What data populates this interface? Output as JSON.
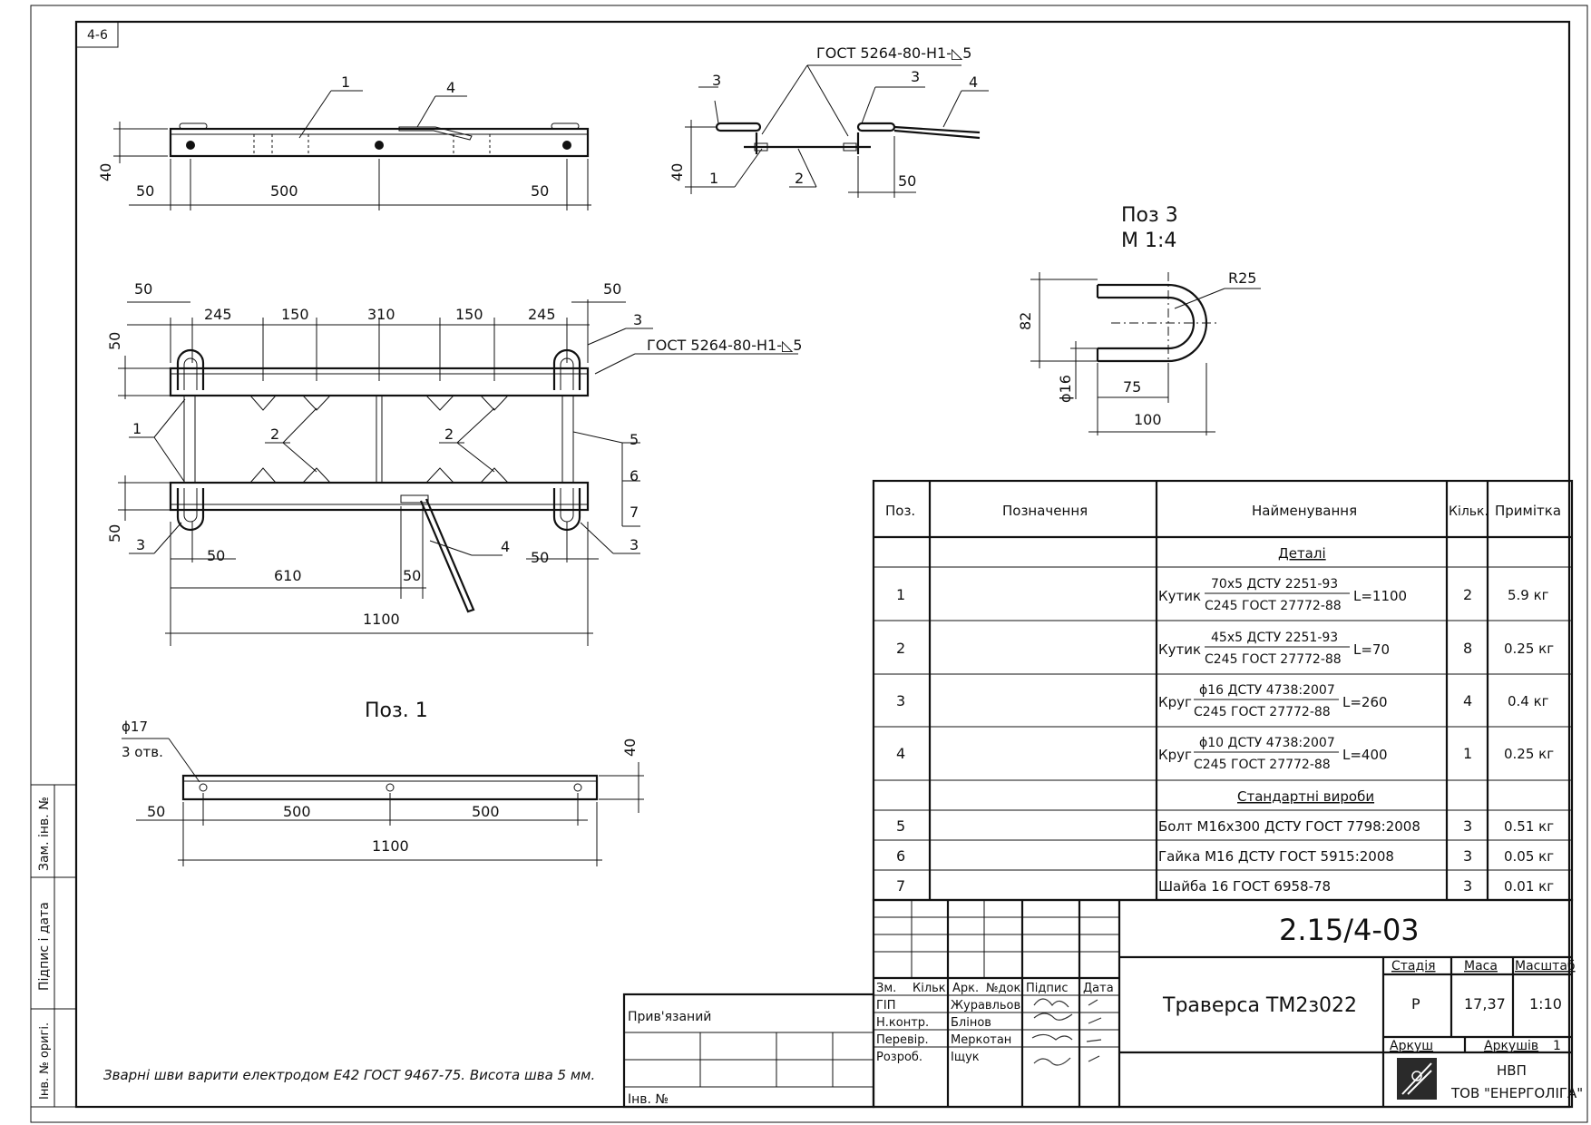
{
  "sheet": {
    "corner_label": "4-6",
    "weld_note": "ГОСТ 5264-80-Н1-◺5",
    "general_note": "Зварні шви варити електродом Е42 ГОСТ 9467-75. Висота шва 5 мм."
  },
  "views": {
    "top_side": {
      "callouts": [
        "1",
        "4"
      ],
      "dims": {
        "height": "40",
        "left": "50",
        "mid": "500",
        "right": "50"
      }
    },
    "section": {
      "callouts": [
        "3",
        "3",
        "4",
        "1",
        "2"
      ],
      "dims": {
        "height": "40",
        "flange": "50"
      }
    },
    "plan": {
      "dims_top": [
        "50",
        "245",
        "150",
        "310",
        "150",
        "245",
        "50"
      ],
      "dims_side": [
        "50",
        "50"
      ],
      "dims_bottom": [
        "50",
        "610",
        "50",
        "50",
        "1100"
      ],
      "callouts": [
        "3",
        "1",
        "2",
        "2",
        "5",
        "6",
        "7",
        "3",
        "4",
        "3"
      ]
    },
    "pos1": {
      "title": "Поз. 1",
      "hole_label": "ϕ17",
      "hole_count": "3 отв.",
      "dims": {
        "height": "40",
        "left": "50",
        "a": "500",
        "b": "500",
        "total": "1100"
      }
    },
    "pos3": {
      "title": "Поз 3",
      "scale": "М 1:4",
      "dims": {
        "radius": "R25",
        "height": "82",
        "diam": "ϕ16",
        "straight": "75",
        "total": "100"
      }
    }
  },
  "spec_table": {
    "headers": [
      "Поз.",
      "Позначення",
      "Найменування",
      "Кільк.",
      "Примітка"
    ],
    "section_details": "Деталі",
    "section_standard": "Стандартні вироби",
    "rows": [
      {
        "pos": "1",
        "name": "Кутик",
        "num": "70х5 ДСТУ 2251-93",
        "den": "С245 ГОСТ 27772-88",
        "len": "L=1100",
        "qty": "2",
        "note": "5.9 кг"
      },
      {
        "pos": "2",
        "name": "Кутик",
        "num": "45х5 ДСТУ 2251-93",
        "den": "С245 ГОСТ 27772-88",
        "len": "L=70",
        "qty": "8",
        "note": "0.25 кг"
      },
      {
        "pos": "3",
        "name": "Круг",
        "num": "ϕ16 ДСТУ 4738:2007",
        "den": "С245 ГОСТ 27772-88",
        "len": "L=260",
        "qty": "4",
        "note": "0.4 кг"
      },
      {
        "pos": "4",
        "name": "Круг",
        "num": "ϕ10 ДСТУ 4738:2007",
        "den": "С245 ГОСТ 27772-88",
        "len": "L=400",
        "qty": "1",
        "note": "0.25 кг"
      }
    ],
    "std_rows": [
      {
        "pos": "5",
        "name": "Болт М16х300 ДСТУ ГОСТ 7798:2008",
        "qty": "3",
        "note": "0.51 кг"
      },
      {
        "pos": "6",
        "name": "Гайка М16 ДСТУ ГОСТ 5915:2008",
        "qty": "3",
        "note": "0.05 кг"
      },
      {
        "pos": "7",
        "name": "Шайба 16 ГОСТ 6958-78",
        "qty": "3",
        "note": "0.01 кг"
      }
    ]
  },
  "title_block": {
    "doc_code": "2.15/4-03",
    "title": "Траверса ТМ2з022",
    "stage_label": "Стадія",
    "mass_label": "Маса",
    "scale_label": "Масштаб",
    "stage": "Р",
    "mass": "17,37",
    "scale": "1:10",
    "sheet_label": "Аркуш",
    "sheets_label": "Аркушів",
    "sheets": "1",
    "company_line1": "НВП",
    "company_line2": "ТОВ \"ЕНЕРГОЛІГА\"",
    "role_headers": [
      "Зм.",
      "Кільк.",
      "Арк.",
      "№док.",
      "Підпис",
      "Дата"
    ],
    "roles": [
      {
        "role": "ГІП",
        "name": "Журавльов"
      },
      {
        "role": "Н.контр.",
        "name": "Блінов"
      },
      {
        "role": "Перевір.",
        "name": "Меркотан"
      },
      {
        "role": "Розроб.",
        "name": "Іщук"
      }
    ],
    "bound_label": "Прив'язаний",
    "inv_label": "Інв. №"
  },
  "side_stamp": {
    "zam": "Зам. інв. №",
    "podpys": "Підпис і дата",
    "inv": "Інв. № оригі."
  }
}
